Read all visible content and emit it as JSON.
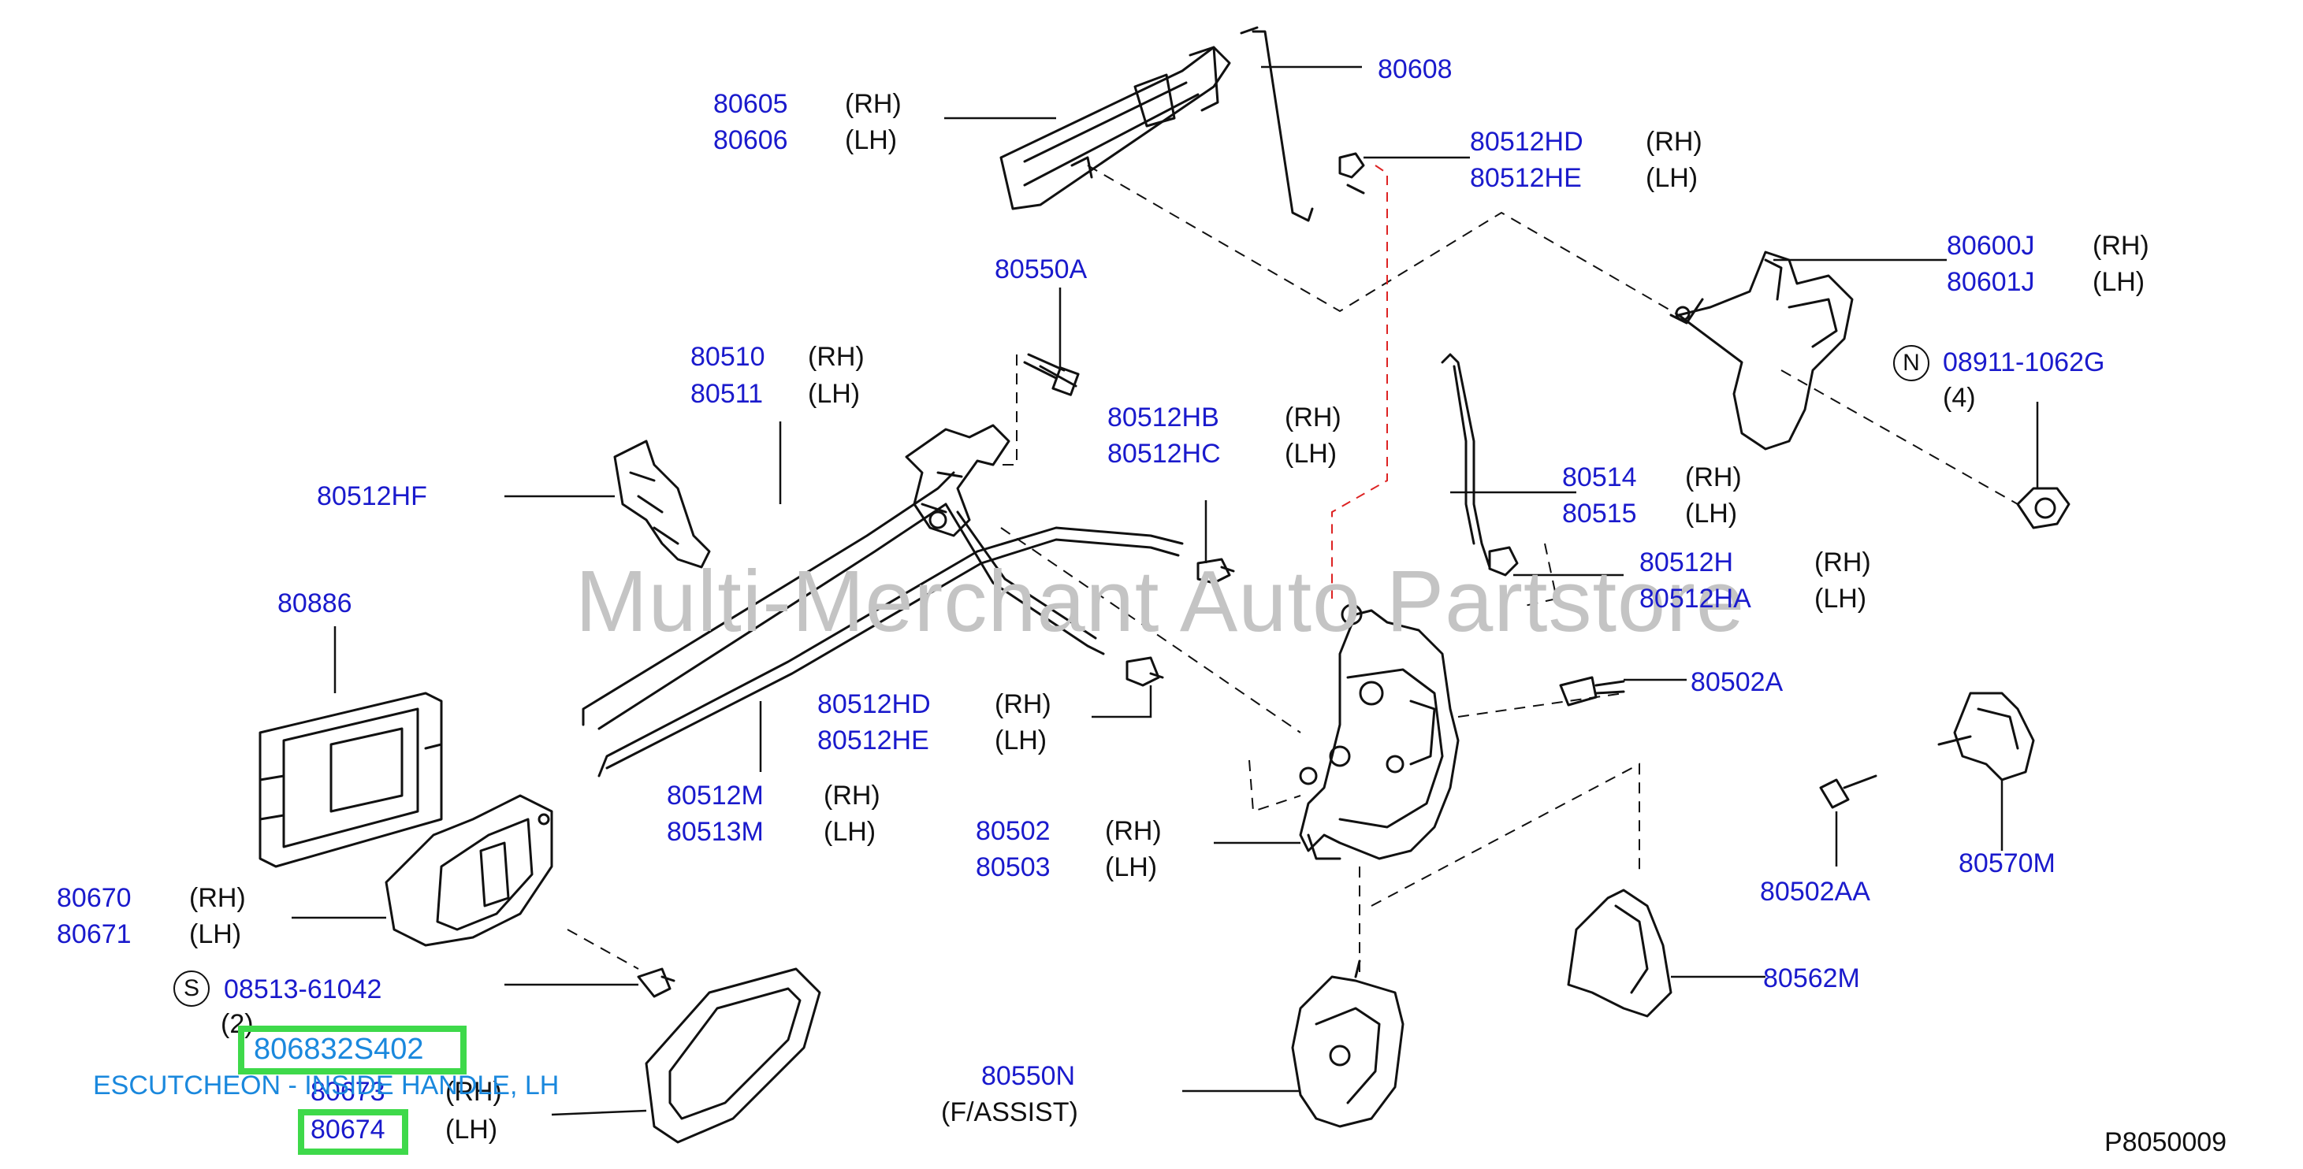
{
  "watermark": "Multi-Merchant Auto Partstore",
  "diagram_id": "P8050009",
  "parts": {
    "p80608": "80608",
    "p80605": "80605",
    "p80605_side": "(RH)",
    "p80606": "80606",
    "p80606_side": "(LH)",
    "p80512HD_top": "80512HD",
    "p80512HD_top_side": "(RH)",
    "p80512HE_top": "80512HE",
    "p80512HE_top_side": "(LH)",
    "p80600J": "80600J",
    "p80600J_side": "(RH)",
    "p80601J": "80601J",
    "p80601J_side": "(LH)",
    "p80550A": "80550A",
    "p08911": "08911-1062G",
    "p08911_qty": "(4)",
    "p08911_symbol": "N",
    "p80510": "80510",
    "p80510_side": "(RH)",
    "p80511": "80511",
    "p80511_side": "(LH)",
    "p80512HB": "80512HB",
    "p80512HB_side": "(RH)",
    "p80512HC": "80512HC",
    "p80512HC_side": "(LH)",
    "p80512HF": "80512HF",
    "p80514": "80514",
    "p80514_side": "(RH)",
    "p80515": "80515",
    "p80515_side": "(LH)",
    "p80512H": "80512H",
    "p80512H_side": "(RH)",
    "p80512HA": "80512HA",
    "p80512HA_side": "(LH)",
    "p80886": "80886",
    "p80502A": "80502A",
    "p80512HD_mid": "80512HD",
    "p80512HD_mid_side": "(RH)",
    "p80512HE_mid": "80512HE",
    "p80512HE_mid_side": "(LH)",
    "p80512M": "80512M",
    "p80512M_side": "(RH)",
    "p80513M": "80513M",
    "p80513M_side": "(LH)",
    "p80502": "80502",
    "p80502_side": "(RH)",
    "p80503": "80503",
    "p80503_side": "(LH)",
    "p80570M": "80570M",
    "p80670": "80670",
    "p80670_side": "(RH)",
    "p80671": "80671",
    "p80671_side": "(LH)",
    "p80502AA": "80502AA",
    "p08513": "08513-61042",
    "p08513_qty": "(2)",
    "p08513_symbol": "S",
    "p80562M": "80562M",
    "p80673": "80673",
    "p80673_side": "(RH)",
    "p80674": "80674",
    "p80674_side": "(LH)",
    "p80550N": "80550N",
    "p80550N_note": "(F/ASSIST)"
  },
  "highlight": {
    "part_number": "806832S402",
    "description": "ESCUTCHEON - INSIDE HANDLE, LH",
    "color": "#3ed94a",
    "text_color": "#1a88dd"
  },
  "colors": {
    "part_number": "#1a1acc",
    "line": "#111111",
    "leader_red": "#dd2222",
    "watermark": "#c4c4c4"
  }
}
